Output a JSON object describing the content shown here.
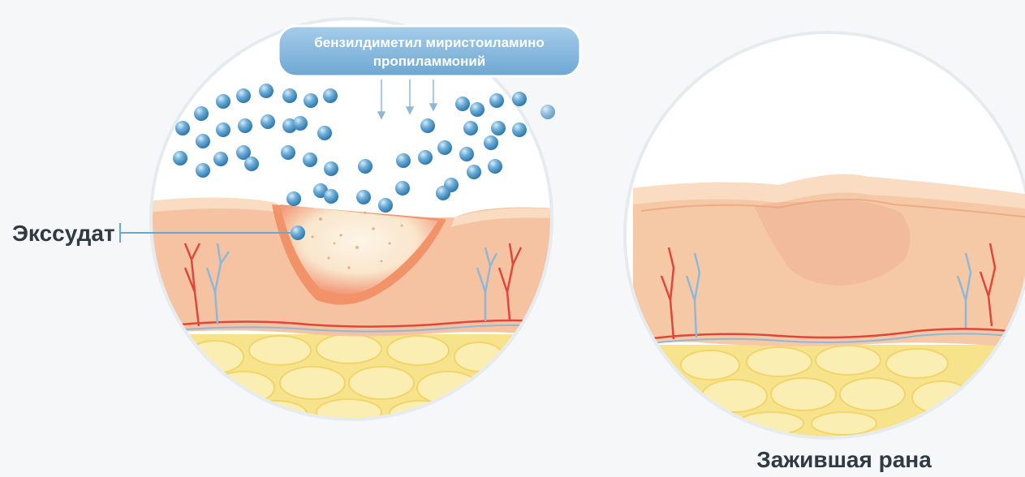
{
  "badge": {
    "line1": "бензилдиметил миристоиламино",
    "line2": "пропиламмоний"
  },
  "labels": {
    "exudate": "Экссудат",
    "healed": "Зажившая рана"
  },
  "colors": {
    "background": "#f6f7f9",
    "badge": "#7fb2d6",
    "droplet": "#5a9fcc",
    "skin": "#f5c6a5",
    "wound": "#fbecd6",
    "fat": "#f7e38c",
    "artery": "#e0463a",
    "vein": "#8fb8d8"
  }
}
